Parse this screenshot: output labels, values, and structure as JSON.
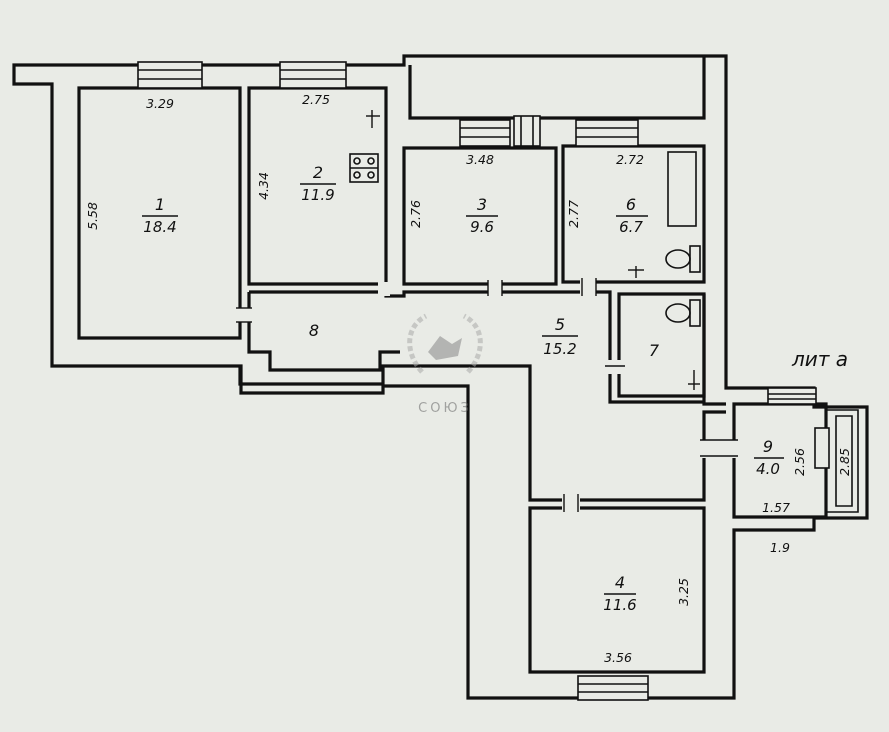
{
  "plan": {
    "liter_label": "лит а",
    "watermark": "СОЮЗ",
    "rooms": [
      {
        "id": "r1",
        "number": "1",
        "area": "18.4"
      },
      {
        "id": "r2",
        "number": "2",
        "area": "11.9"
      },
      {
        "id": "r3",
        "number": "3",
        "area": "9.6"
      },
      {
        "id": "r4",
        "number": "4",
        "area": "11.6"
      },
      {
        "id": "r5",
        "number": "5",
        "area": "15.2"
      },
      {
        "id": "r6",
        "number": "6",
        "area": "6.7"
      },
      {
        "id": "r7",
        "number": "7",
        "area": ""
      },
      {
        "id": "r8",
        "number": "8",
        "area": ""
      },
      {
        "id": "r9",
        "number": "9",
        "area": "4.0"
      }
    ],
    "dimensions": {
      "r1_width": "3.29",
      "r1_length": "5.58",
      "r2_width": "2.75",
      "r2_length": "4.34",
      "r3_width": "3.48",
      "r3_length": "2.76",
      "r6_width": "2.72",
      "r6_length": "2.77",
      "r4_length": "3.25",
      "r4_width": "3.56",
      "r9_length": "2.56",
      "r9_width": "1.57",
      "balcony_length": "2.85",
      "ext_width": "1.9"
    }
  }
}
